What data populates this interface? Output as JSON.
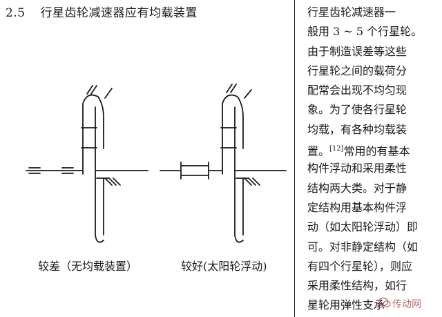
{
  "section": {
    "number": "2.5",
    "title": "行星齿轮减速器应有均载装置"
  },
  "diagram": {
    "left_caption": "较差（无均载装置）",
    "right_caption": "较好(太阳轮浮动)"
  },
  "body_text": {
    "lines": [
      "行星齿轮减速器一",
      "般用 3 ~ 5 个行星轮。",
      "由于制造误差等这些",
      "行星轮之间的载荷分",
      "配常会出现不均匀现",
      "象。为了使各行星轮",
      "均载，有各种均载装",
      "常用的有基本",
      "构件浮动和采用柔性",
      "结构两大类。对于静",
      "定结构用基本构件浮",
      "动（如太阳轮浮动）即",
      "可。对非静定结构（如",
      "有四个行星轮），则应",
      "采用柔性结构，如行",
      "星轮用弹性支承"
    ],
    "line8_prefix": "置。",
    "reference": "[12]"
  },
  "watermark": {
    "text": "传动网"
  }
}
